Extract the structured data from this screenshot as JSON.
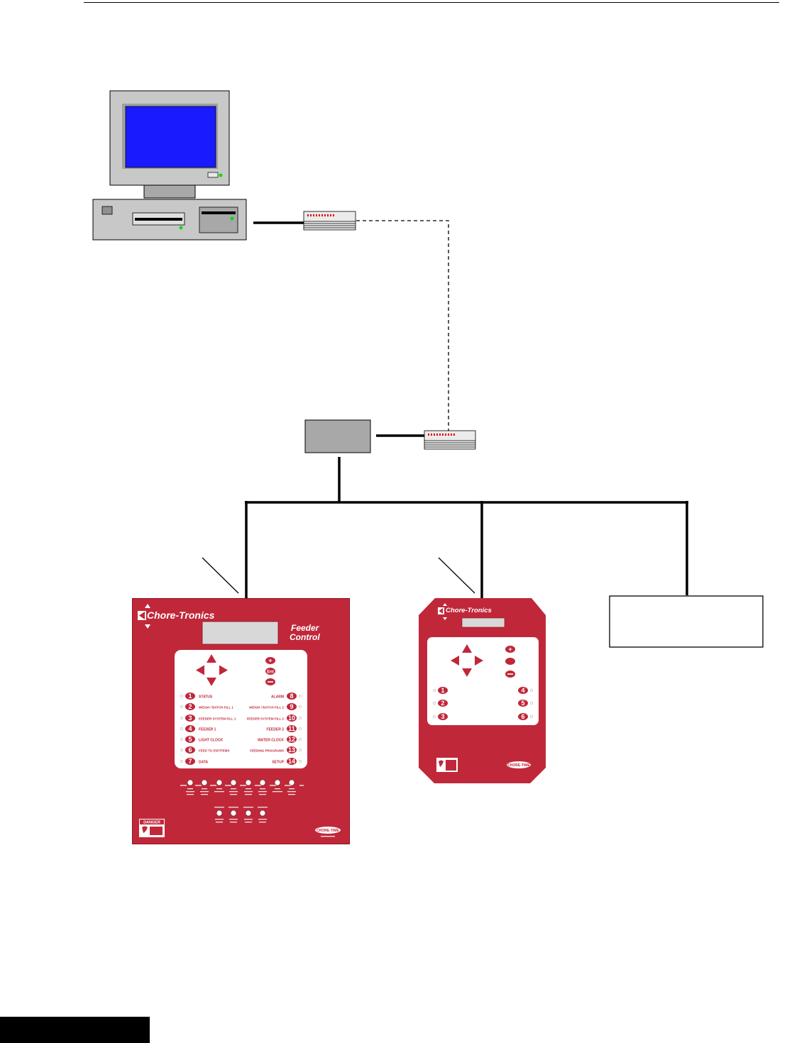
{
  "feeder_control": {
    "brand": "Chore-Tronics",
    "title_line1": "Feeder",
    "title_line2": "Control",
    "enter_key": "Ent",
    "left_labels": [
      "STATUS",
      "WEIGH / BATCH FILL 1",
      "FEEDER SYSTEM FILL 1",
      "FEEDER 1",
      "LIGHT CLOCK",
      "FEED TO ENTITEMS",
      "DATA"
    ],
    "right_labels": [
      "ALARM",
      "WEIGH / BATCH FILL 2",
      "FEEDER SYSTEM FILL 2",
      "FEEDER 2",
      "WATER CLOCK",
      "FEEDING PROGRAMS",
      "SETUP"
    ],
    "left_numbers": [
      "1",
      "2",
      "3",
      "4",
      "5",
      "6",
      "7"
    ],
    "right_numbers": [
      "8",
      "9",
      "10",
      "11",
      "12",
      "13",
      "14"
    ],
    "danger_label": "DANGER",
    "manufacturer": "CHORE-TIME"
  },
  "remote_unit": {
    "brand": "Chore-Tronics",
    "left_numbers": [
      "1",
      "2",
      "3"
    ],
    "right_numbers": [
      "4",
      "5",
      "6"
    ],
    "manufacturer": "CHORE-TIME"
  },
  "colors": {
    "panel_red": "#c0283a",
    "screen_blue": "#1a1aff",
    "led_green": "#00dd00",
    "box_gray": "#a8a8a8"
  }
}
